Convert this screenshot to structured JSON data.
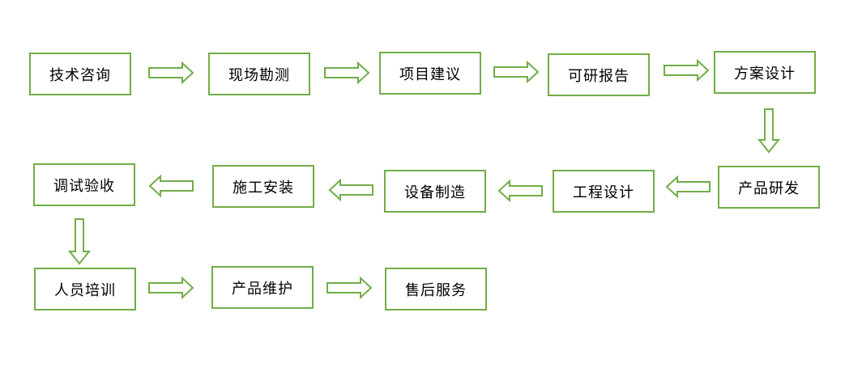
{
  "colors": {
    "border": "#70ad47",
    "text": "#000000",
    "background": "#ffffff"
  },
  "steps": [
    "技术咨询",
    "现场勘测",
    "项目建议",
    "可研报告",
    "方案设计",
    "产品研发",
    "工程设计",
    "设备制造",
    "施工安装",
    "调试验收",
    "人员培训",
    "产品维护",
    "售后服务"
  ]
}
